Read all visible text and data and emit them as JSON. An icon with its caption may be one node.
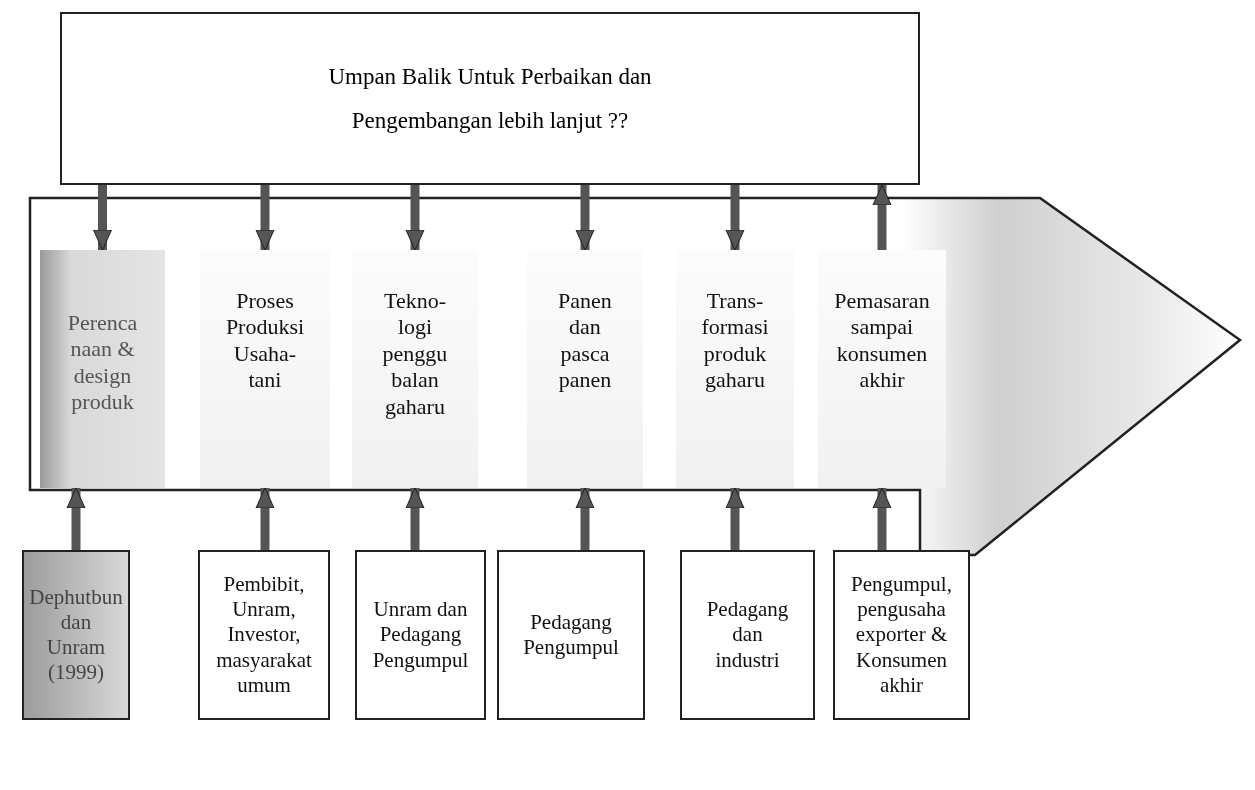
{
  "diagram": {
    "nodes": [
      {
        "text": [
          "Umpan Balik Untuk Perbaikan dan Pengembangan lebih lanjut ??"
        ]
      },
      {
        "text": [],
        "shape": "arrow"
      },
      {
        "text": [
          "Perenca naan & design produk"
        ],
        "in": 1
      },
      {
        "text": [
          "Proses Produksi Usaha- tani"
        ],
        "in": 1
      },
      {
        "text": [
          "Tekno- logi penggu balan gaharu"
        ],
        "in": 1
      },
      {
        "text": [
          "Panen dan pasca panen"
        ],
        "in": 1
      },
      {
        "text": [
          "Trans- formasi produk gaharu"
        ],
        "in": 1
      },
      {
        "text": [
          "Pemasaran sampai konsumen akhir"
        ],
        "in": 1
      },
      {
        "text": [
          "Dephutbun dan Unram (1999)"
        ]
      },
      {
        "text": [
          "Pembibit, Unram, Investor, masyarakat umum"
        ]
      },
      {
        "text": [
          "Unram dan Pedagang Pengumpul"
        ]
      },
      {
        "text": [
          "Pedagang Pengumpul"
        ]
      },
      {
        "text": [
          "Pedagang dan industri"
        ]
      },
      {
        "text": [
          "Pengumpul, pengusaha exporter & Konsumen akhir"
        ]
      }
    ],
    "edges": [
      {
        "from": 0,
        "to": 2,
        "arrow": "to"
      },
      {
        "from": 0,
        "to": 3,
        "arrow": "to"
      },
      {
        "from": 0,
        "to": 4,
        "arrow": "to"
      },
      {
        "from": 0,
        "to": 5,
        "arrow": "to"
      },
      {
        "from": 0,
        "to": 6,
        "arrow": "to"
      },
      {
        "from": 7,
        "to": 0,
        "arrow": "to"
      },
      {
        "from": 8,
        "to": 2,
        "arrow": "to"
      },
      {
        "from": 9,
        "to": 3,
        "arrow": "to"
      },
      {
        "from": 10,
        "to": 4,
        "arrow": "to"
      },
      {
        "from": 11,
        "to": 5,
        "arrow": "to"
      },
      {
        "from": 12,
        "to": 6,
        "arrow": "to"
      },
      {
        "from": 13,
        "to": 7,
        "arrow": "to"
      }
    ]
  }
}
